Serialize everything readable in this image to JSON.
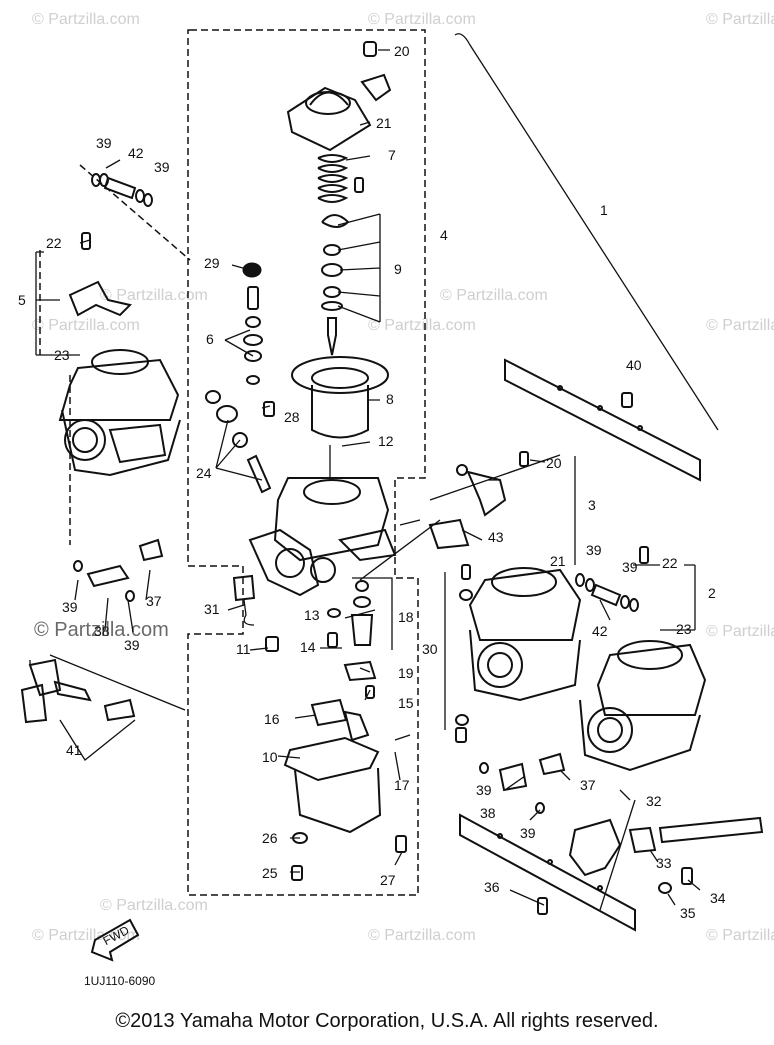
{
  "watermarks": [
    "© Partzilla.com",
    "© Partzilla.com",
    "© Partzilla.com",
    "© Partzilla.com",
    "© Partzilla.com",
    "© Partzilla.com",
    "© Partzilla.com",
    "© Partzilla.com",
    "© Partzilla.com",
    "© Partzilla.com",
    "© Partzilla.com",
    "© Partzilla.com",
    "© Partzilla.com",
    "© Partzilla.com"
  ],
  "callouts": [
    "20",
    "21",
    "7",
    "4",
    "9",
    "8",
    "12",
    "28",
    "29",
    "6",
    "24",
    "1",
    "40",
    "39",
    "42",
    "39",
    "22",
    "5",
    "23",
    "3",
    "20",
    "43",
    "21",
    "39",
    "22",
    "2",
    "39",
    "23",
    "42",
    "30",
    "18",
    "13",
    "14",
    "19",
    "15",
    "11",
    "31",
    "39",
    "38",
    "37",
    "39",
    "41",
    "16",
    "10",
    "17",
    "26",
    "25",
    "27",
    "37",
    "39",
    "38",
    "39",
    "32",
    "33",
    "34",
    "35",
    "36"
  ],
  "fwd_label": "FWD",
  "diagram_code": "1UJ110-6090",
  "copyright": "©2013  Yamaha Motor Corporation, U.S.A. All rights reserved."
}
